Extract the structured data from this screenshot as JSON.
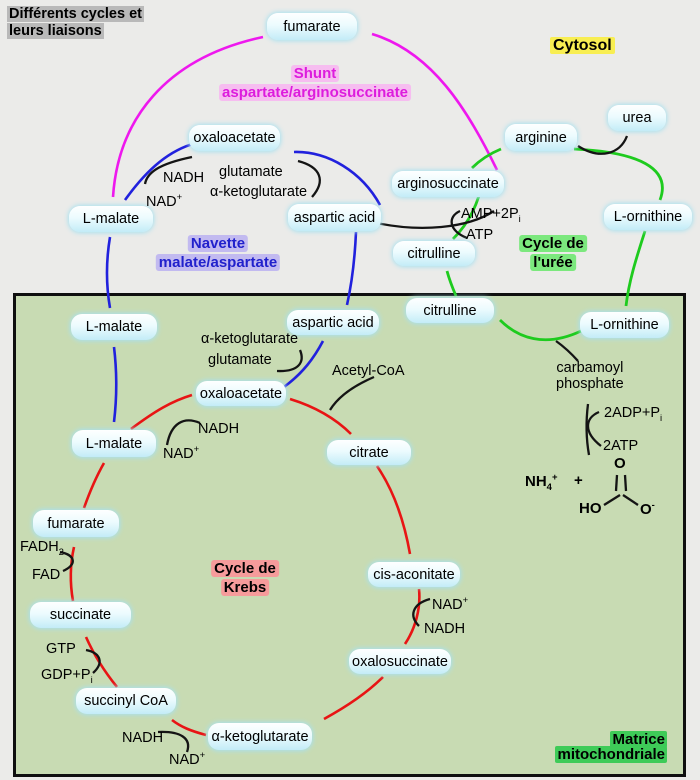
{
  "title": {
    "line1": "Différents cycles et",
    "line2": "leurs liaisons"
  },
  "regions": {
    "cytosol": "Cytosol",
    "matrice_line1": "Matrice",
    "matrice_line2": "mitochondriale"
  },
  "cycles": {
    "shunt_line1": "Shunt",
    "shunt_line2": "aspartate/arginosuccinate",
    "navette_line1": "Navette",
    "navette_line2": "malate/aspartate",
    "uree_line1": "Cycle de",
    "uree_line2": "l'urée",
    "krebs_line1": "Cycle de",
    "krebs_line2": "Krebs"
  },
  "metabolites": {
    "fumarate_cytosol": "fumarate",
    "urea": "urea",
    "arginine": "arginine",
    "oxaloacetate_cytosol": "oxaloacetate",
    "l_malate_cytosol": "L-malate",
    "arginosuccinate": "arginosuccinate",
    "aspartic_acid_cytosol": "aspartic acid",
    "citrulline_cytosol": "citrulline",
    "l_ornithine_cytosol": "L-ornithine",
    "citrulline_matrix": "citrulline",
    "l_ornithine_matrix": "L-ornithine",
    "l_malate_matrix": "L-malate",
    "aspartic_acid_matrix": "aspartic acid",
    "oxaloacetate_matrix": "oxaloacetate",
    "citrate": "citrate",
    "l_malate_krebs": "L-malate",
    "fumarate_krebs": "fumarate",
    "succinate": "succinate",
    "succinyl_coa": "succinyl CoA",
    "alpha_ketoglutarate": "α-ketoglutarate",
    "oxalosuccinate": "oxalosuccinate",
    "cis_aconitate": "cis-aconitate"
  },
  "cofactors": {
    "nadh_cytosol": "NADH",
    "nad_cytosol": {
      "main": "NAD",
      "sup": "+"
    },
    "glutamate_cytosol": "glutamate",
    "akg_cytosol": "α-ketoglutarate",
    "amp": {
      "main": "AMP+2P",
      "sub": "i"
    },
    "atp": "ATP",
    "acetyl_coa": "Acetyl-CoA",
    "akg_matrix": "α-ketoglutarate",
    "glutamate_matrix": "glutamate",
    "nadh_oaa": "NADH",
    "nad_oaa": {
      "main": "NAD",
      "sup": "+"
    },
    "carbamoyl_line1": "carbamoyl",
    "carbamoyl_line2": "phosphate",
    "adp2": {
      "main": "2ADP+P",
      "sub": "i"
    },
    "atp2": "2ATP",
    "fadh2": {
      "main": "FADH",
      "sub": "2"
    },
    "fad": "FAD",
    "gtp": "GTP",
    "gdp": {
      "main": "GDP+P",
      "sub": "i"
    },
    "nad_cis": {
      "main": "NAD",
      "sup": "+"
    },
    "nadh_cis": "NADH",
    "nadh_akg": "NADH",
    "nad_akg": {
      "main": "NAD",
      "sup": "+"
    }
  },
  "chemistry": {
    "nh4": {
      "main": "NH",
      "sub": "4",
      "sup": "+"
    },
    "plus": "+",
    "o_top": "O",
    "ho": "HO",
    "o_minus": {
      "main": "O",
      "sup": "-"
    }
  },
  "colors": {
    "cytosol_bg": "#ebebe9",
    "matrix_bg": "#c8dbb3",
    "box_fill": "#c3ecf7",
    "shunt_arrow": "#ee18ee",
    "navette_arrow": "#2121dd",
    "uree_arrow": "#1ecb1e",
    "krebs_arrow": "#e81414",
    "cytosol_hl": "#f8ee52",
    "matrice_hl": "#3ecb58",
    "shunt_hl": "#f6bdf0",
    "navette_hl": "#c2baf0",
    "uree_hl": "#7ce87e",
    "krebs_hl": "#f69b9b",
    "title_hl": "#b9b9b9"
  }
}
